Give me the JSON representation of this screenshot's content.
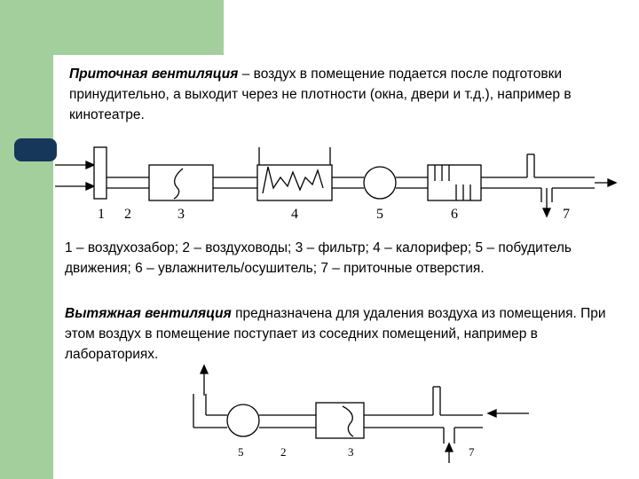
{
  "supply": {
    "title": "Приточная вентиляция",
    "text": " – воздух в помещение подается после подготовки принудительно, а выходит через не плотности (окна, двери и т.д.), например в кинотеатре."
  },
  "supply_diagram": {
    "labels": [
      "1",
      "2",
      "3",
      "4",
      "5",
      "6",
      "7"
    ]
  },
  "legend": "1 – воздухозабор; 2 – воздуховоды; 3 – фильтр; 4 – калорифер; 5 – побудитель движения; 6 – увлажнитель/осушитель; 7 – приточные отверстия.",
  "exhaust": {
    "title": "Вытяжная вентиляция",
    "text": " предназначена для удаления воздуха из помещения. При этом воздух в помещение поступает из соседних помещений, например в лабораториях."
  },
  "exhaust_diagram": {
    "labels": [
      "5",
      "2",
      "3",
      "7"
    ]
  }
}
